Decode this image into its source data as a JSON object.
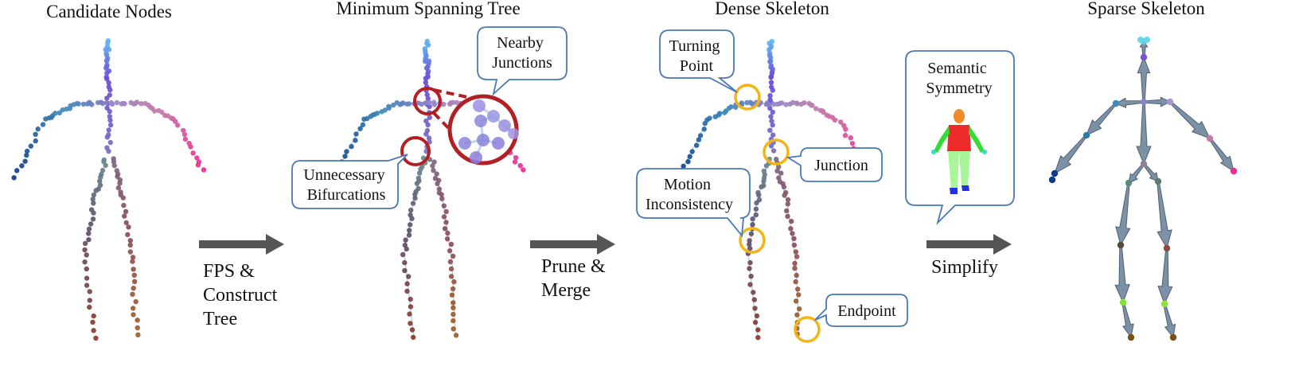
{
  "panels": {
    "candidate": "Candidate Nodes",
    "mst": "Minimum Spanning Tree",
    "dense": "Dense Skeleton",
    "sparse": "Sparse Skeleton"
  },
  "steps": {
    "step1": [
      "FPS &",
      "Construct",
      "Tree"
    ],
    "step2": [
      "Prune &",
      "Merge"
    ],
    "step3": "Simplify"
  },
  "callouts": {
    "nearby": [
      "Nearby",
      "Junctions"
    ],
    "unnecessary": [
      "Unnecessary",
      "Bifurcations"
    ],
    "turning": [
      "Turning",
      "Point"
    ],
    "junction": "Junction",
    "motion": [
      "Motion",
      "Inconsistency"
    ],
    "endpoint": "Endpoint",
    "semantic": [
      "Semantic",
      "Symmetry"
    ]
  },
  "colors": {
    "callout_border": "#4a78b8",
    "highlight_red": "#b21f24",
    "highlight_yellow": "#f2b417",
    "arrow": "#555555",
    "bone": "#7d91a6"
  }
}
